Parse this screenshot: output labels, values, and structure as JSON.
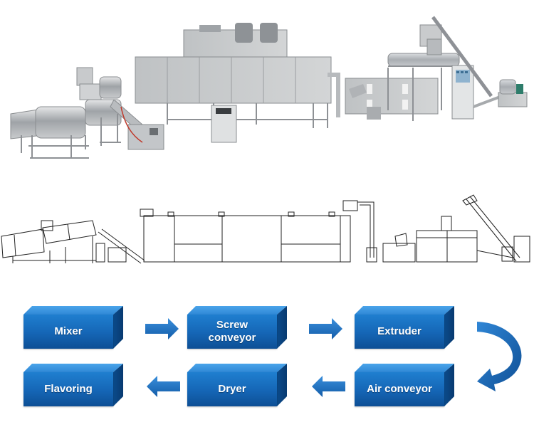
{
  "image": {
    "photo_alt": "Photograph of snack food production line machinery",
    "drawing_alt": "Line drawing of the production line layout"
  },
  "flow": {
    "steps": [
      {
        "id": "mixer",
        "label": "Mixer"
      },
      {
        "id": "screw-conveyor",
        "label": "Screw\nconveyor"
      },
      {
        "id": "extruder",
        "label": "Extruder"
      },
      {
        "id": "air-conveyor",
        "label": "Air conveyor"
      },
      {
        "id": "dryer",
        "label": "Dryer"
      },
      {
        "id": "flavoring",
        "label": "Flavoring"
      }
    ],
    "arrows": [
      {
        "from": "Mixer",
        "to": "Screw conveyor",
        "direction": "right"
      },
      {
        "from": "Screw conveyor",
        "to": "Extruder",
        "direction": "right"
      },
      {
        "from": "Extruder",
        "to": "Air conveyor",
        "direction": "curved-down-left"
      },
      {
        "from": "Air conveyor",
        "to": "Dryer",
        "direction": "left"
      },
      {
        "from": "Dryer",
        "to": "Flavoring",
        "direction": "left"
      }
    ],
    "colors": {
      "box_front": "#1565b5",
      "box_top": "#3a93dc",
      "box_side": "#0a4580",
      "arrow": "#1e6fc0",
      "text": "#ffffff"
    }
  }
}
